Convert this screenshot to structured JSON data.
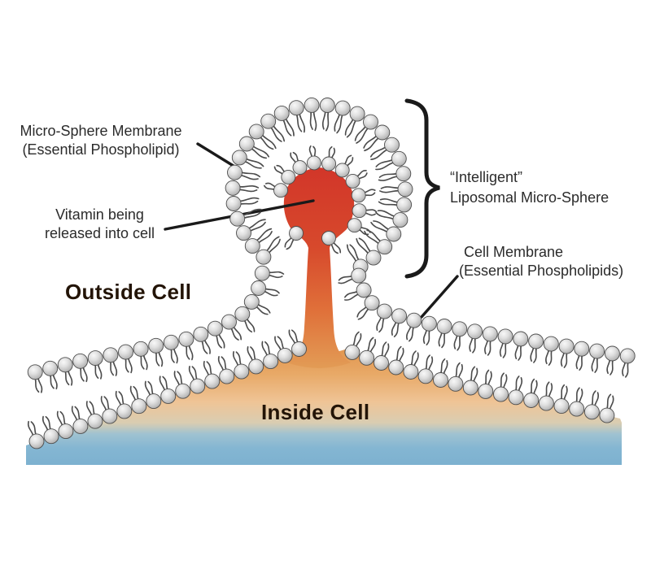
{
  "diagram": {
    "labels": {
      "micro_sphere_membrane_1": "Micro-Sphere Membrane",
      "micro_sphere_membrane_2": "(Essential Phospholipid)",
      "vitamin_1": "Vitamin being",
      "vitamin_2": "released into cell",
      "outside_cell": "Outside Cell",
      "liposome_1": "“Intelligent”",
      "liposome_2": "Liposomal Micro-Sphere",
      "cell_membrane_1": "Cell Membrane",
      "cell_membrane_2": "(Essential Phospholipids)",
      "inside_cell": "Inside Cell"
    },
    "colors": {
      "vitamin_red": "#d23629",
      "stream_orange": "#e0713a",
      "inside_cell_orange": "#db8439",
      "inside_cell_peach": "#efc496",
      "inside_cell_blue": "#7db1d0",
      "lipid_head_gray": "#b9b9b9",
      "lipid_tail_gray": "#4b4b4b",
      "line_black": "#1a1a1a",
      "label_text": "#2b2b2b",
      "bold_text": "#231407"
    }
  }
}
